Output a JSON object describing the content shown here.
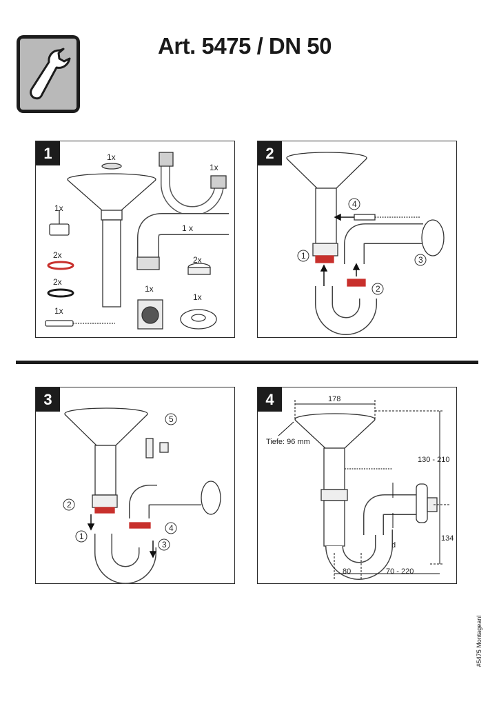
{
  "document": {
    "title": "Art. 5475 / DN 50",
    "doc_code": "#5475 Montageanl"
  },
  "colors": {
    "dark": "#1c1c1c",
    "tile_gray": "#b9b9b9",
    "gasket_red": "#c8302c"
  },
  "panels": [
    {
      "step": "1",
      "labels": {
        "funnel_qty": "1x",
        "trap_qty": "1x",
        "pipe_qty": "1 x",
        "insert_qty": "1x",
        "red_ring_qty": "2x",
        "black_ring_qty": "2x",
        "screw_qty": "1x",
        "nuts_qty": "2x",
        "rosette_qty": "1x",
        "filter_qty": "1x"
      }
    },
    {
      "step": "2",
      "callouts": [
        "1",
        "2",
        "3",
        "4"
      ]
    },
    {
      "step": "3",
      "callouts": [
        "1",
        "2",
        "3",
        "4",
        "5"
      ]
    },
    {
      "step": "4",
      "dims": {
        "width": "178",
        "depth": "Tiefe: 96 mm",
        "height": "130 - 210",
        "side": "134",
        "d": "d",
        "offset": "80",
        "reach": "70 - 220"
      }
    }
  ]
}
